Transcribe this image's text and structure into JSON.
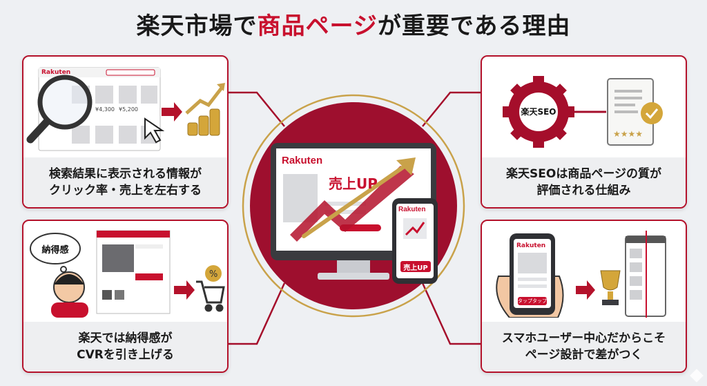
{
  "title": {
    "part1": "楽天市場で",
    "highlight": "商品ページ",
    "part2": "が重要である理由"
  },
  "center": {
    "brand": "Rakuten",
    "sales_label": "売上UP",
    "phone_brand": "Rakuten",
    "phone_button": "売上UP"
  },
  "cards": {
    "top_left": {
      "line1": "検索結果に表示される情報が",
      "line2": "クリック率・売上を左右する",
      "brand": "Rakuten",
      "price1": "¥4,300",
      "price2": "¥5,200"
    },
    "bottom_left": {
      "line1": "楽天では納得感が",
      "line2": "CVRを引き上げる",
      "bubble": "納得感"
    },
    "top_right": {
      "line1": "楽天SEOは商品ページの質が",
      "line2": "評価される仕組み",
      "gear_label": "楽天SEO"
    },
    "bottom_right": {
      "line1": "スマホユーザー中心だからこそ",
      "line2": "ページ設計で差がつく",
      "brand": "Rakuten",
      "tap_button": "タップタップ"
    }
  },
  "colors": {
    "accent": "#c8102e",
    "dark_red": "#a50e2b",
    "gold": "#c9a24a",
    "circle": "#9e0f2e"
  },
  "icons": [
    "magnifier-icon",
    "arrow-right-icon",
    "coins-icon",
    "cursor-icon",
    "gear-icon",
    "document-icon",
    "checkmark-icon",
    "star-icon",
    "shopping-cart-icon",
    "discount-tag-icon",
    "trophy-icon",
    "hand-icon",
    "monitor-icon",
    "smartphone-icon",
    "trend-arrow-icon"
  ]
}
